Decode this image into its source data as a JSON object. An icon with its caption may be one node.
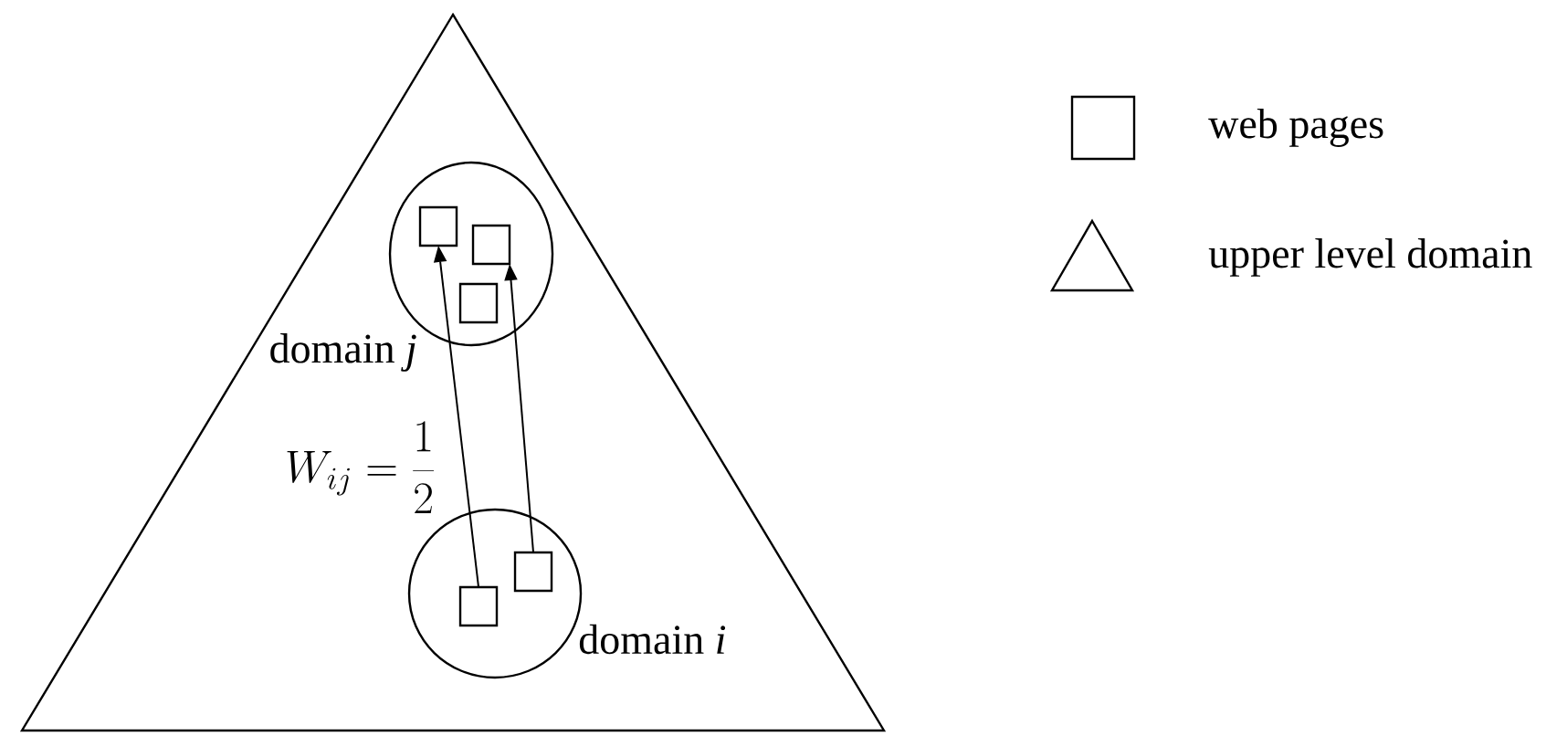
{
  "diagram": {
    "nodes": [
      {
        "text": [],
        "shape": "triangle"
      },
      {
        "text": [],
        "shape": "circle",
        "beside": [
          "domain *j*"
        ],
        "in": 0
      },
      {
        "text": [],
        "shape": "box",
        "in": 1
      },
      {
        "text": [],
        "shape": "box",
        "in": 1
      },
      {
        "text": [],
        "shape": "box",
        "in": 1
      },
      {
        "text": [],
        "shape": "circle",
        "beside": [
          "domain *i*"
        ],
        "in": 0
      },
      {
        "text": [],
        "shape": "box",
        "in": 5
      },
      {
        "text": [],
        "shape": "box",
        "in": 5
      }
    ],
    "edges": [
      {
        "from": 6,
        "to": 2,
        "arrow": "to",
        "label": "W_{ij} = \\frac{1}{2}"
      },
      {
        "from": 7,
        "to": 3,
        "arrow": "to"
      }
    ],
    "legend": [
      {
        "text": "web pages"
      },
      {
        "text": "upper level domain"
      }
    ]
  }
}
